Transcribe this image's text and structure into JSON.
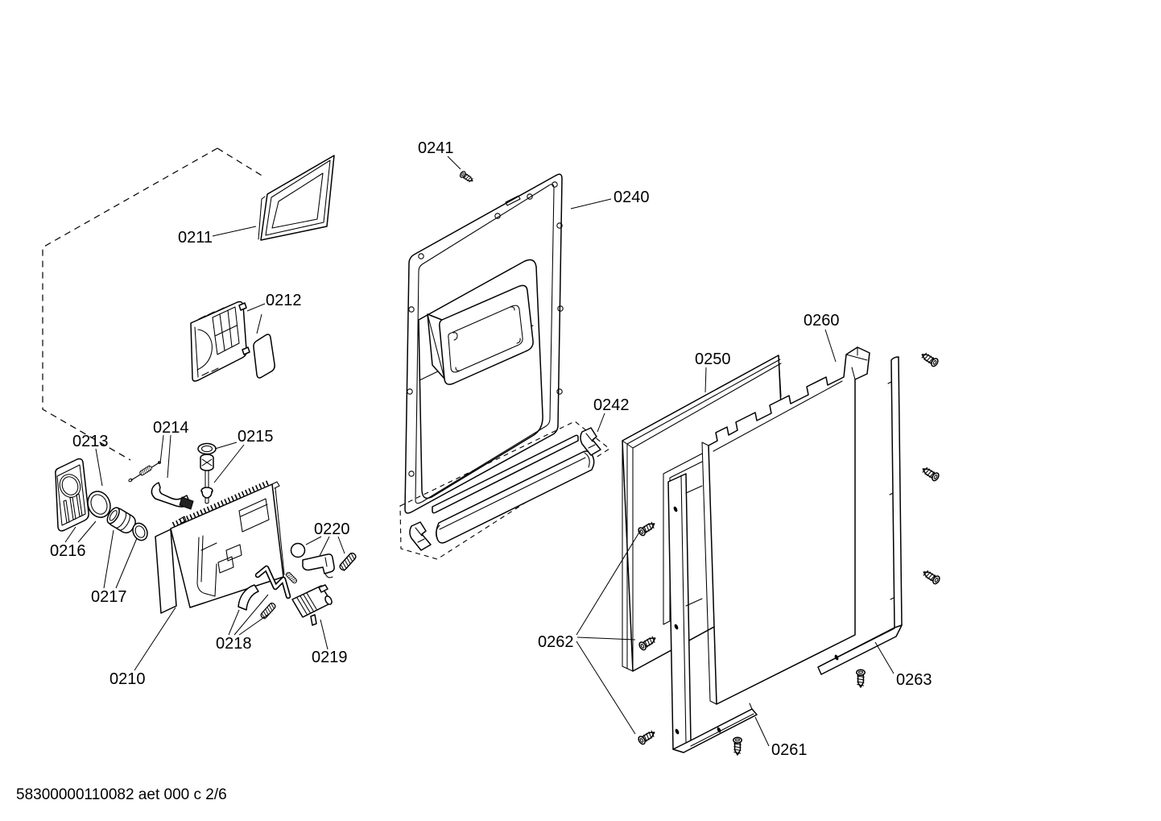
{
  "document": {
    "footer_code": "58300000110082 aet 000 c 2/6"
  },
  "colors": {
    "background": "#ffffff",
    "line": "#000000"
  },
  "diagram": {
    "type": "exploded-parts-diagram",
    "subject": "door assembly exploded view",
    "part_labels": [
      {
        "id": "0210",
        "text": "0210"
      },
      {
        "id": "0211",
        "text": "0211"
      },
      {
        "id": "0212",
        "text": "0212"
      },
      {
        "id": "0213",
        "text": "0213"
      },
      {
        "id": "0214",
        "text": "0214"
      },
      {
        "id": "0215",
        "text": "0215"
      },
      {
        "id": "0216",
        "text": "0216"
      },
      {
        "id": "0217",
        "text": "0217"
      },
      {
        "id": "0218",
        "text": "0218"
      },
      {
        "id": "0219",
        "text": "0219"
      },
      {
        "id": "0220",
        "text": "0220"
      },
      {
        "id": "0240",
        "text": "0240"
      },
      {
        "id": "0241",
        "text": "0241"
      },
      {
        "id": "0242",
        "text": "0242"
      },
      {
        "id": "0250",
        "text": "0250"
      },
      {
        "id": "0260",
        "text": "0260"
      },
      {
        "id": "0261",
        "text": "0261"
      },
      {
        "id": "0262",
        "text": "0262"
      },
      {
        "id": "0263",
        "text": "0263"
      }
    ]
  }
}
